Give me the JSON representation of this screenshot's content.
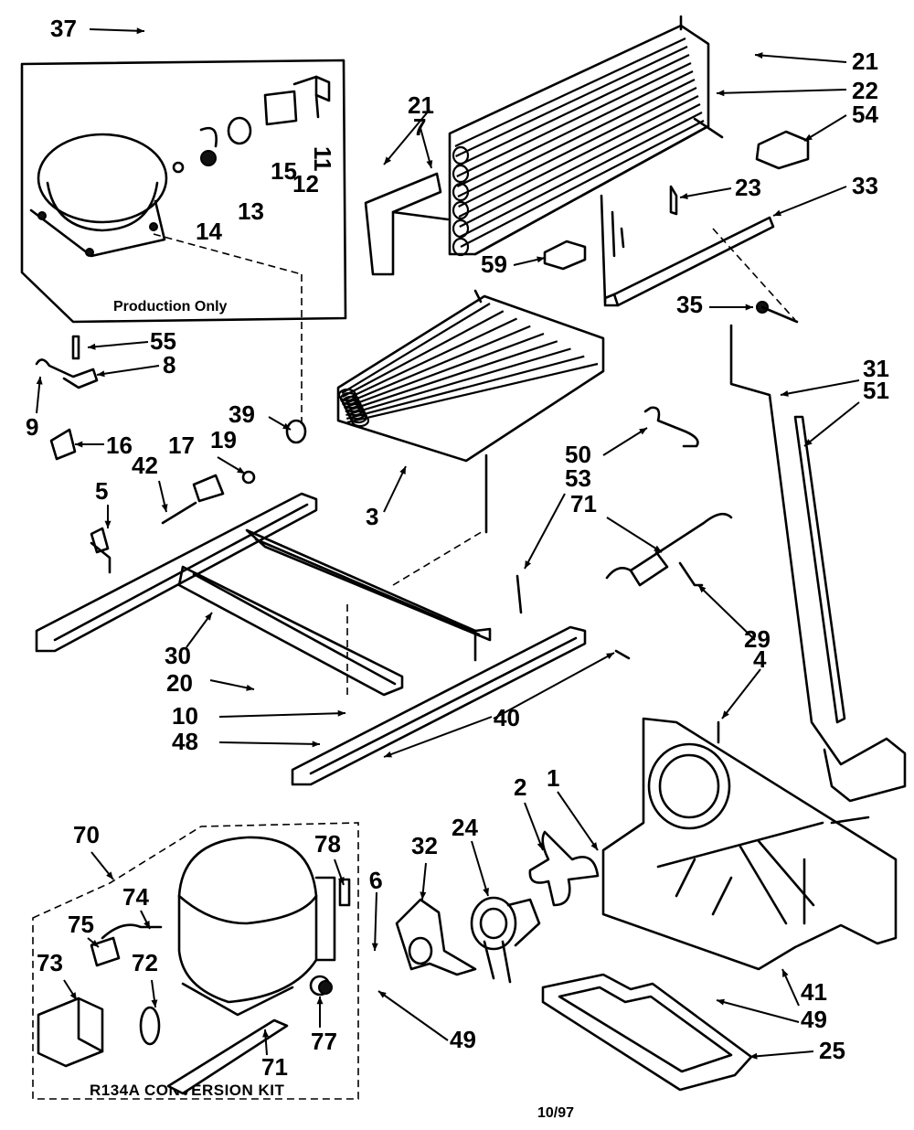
{
  "production_box_caption": "Production Only",
  "kit_caption": "R134A  CONVERSION  KIT",
  "date_code": "10/97",
  "callouts": {
    "c37": "37",
    "c21a": "21",
    "c22": "22",
    "c54": "54",
    "c21b": "21",
    "c7": "7",
    "c11": "11",
    "c12": "12",
    "c15": "15",
    "c13": "13",
    "c14": "14",
    "c23": "23",
    "c33": "33",
    "c59": "59",
    "c35": "35",
    "c55": "55",
    "c8": "8",
    "c9": "9",
    "c16": "16",
    "c17": "17",
    "c19": "19",
    "c39": "39",
    "c42": "42",
    "c5": "5",
    "c3": "3",
    "c31": "31",
    "c51": "51",
    "c50": "50",
    "c53": "53",
    "c71a": "71",
    "c29": "29",
    "c4": "4",
    "c30": "30",
    "c20": "20",
    "c10": "10",
    "c48": "48",
    "c40": "40",
    "c70": "70",
    "c78": "78",
    "c74": "74",
    "c75": "75",
    "c73": "73",
    "c72": "72",
    "c77": "77",
    "c71b": "71",
    "c6": "6",
    "c32": "32",
    "c24": "24",
    "c2": "2",
    "c1": "1",
    "c49a": "49",
    "c41": "41",
    "c49b": "49",
    "c25": "25"
  }
}
